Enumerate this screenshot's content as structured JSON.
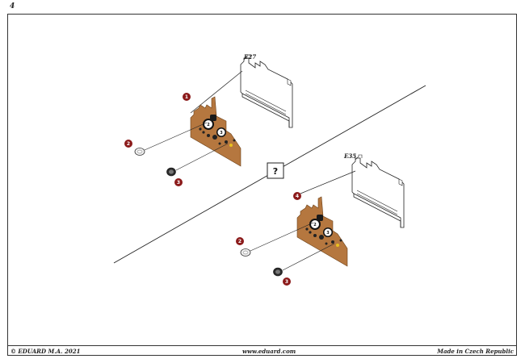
{
  "page": {
    "number": "4"
  },
  "callout": {
    "symbol": "?"
  },
  "upper_assembly": {
    "frame_label": "E27",
    "steps": [
      "1",
      "2",
      "3"
    ],
    "gauge_numbers": [
      "2",
      "3"
    ]
  },
  "lower_assembly": {
    "frame_label": "E35",
    "steps": [
      "4",
      "2",
      "3"
    ],
    "gauge_numbers": [
      "2",
      "3"
    ]
  },
  "footer": {
    "left": "© EDUARD  M.A. 2021",
    "center": "www.eduard.com",
    "right": "Made in Czech Republic"
  },
  "colors": {
    "panel": "#b5773f",
    "step_circle": "#8b1a1a",
    "line": "#222222"
  }
}
